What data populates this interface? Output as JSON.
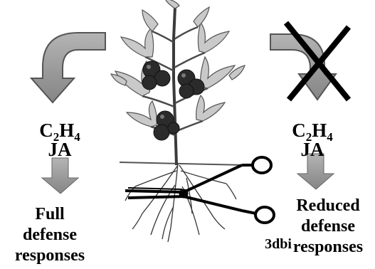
{
  "left_branch": {
    "hormone_1": {
      "base": "C",
      "sub": "2",
      "base2": "H",
      "sub2": "4"
    },
    "hormone_2": "JA",
    "outcome": [
      "Full",
      "defense",
      "responses"
    ]
  },
  "right_branch": {
    "hormone_1": {
      "base": "C",
      "sub": "2",
      "base2": "H",
      "sub2": "4"
    },
    "hormone_2": "JA",
    "outcome": [
      "Reduced",
      "defense",
      "responses"
    ],
    "blocked_signal": true
  },
  "treatment_label": "3dbi",
  "colors": {
    "arrow_fill": "#9a9a9a",
    "arrow_stroke": "#555555",
    "text": "#000000",
    "cross": "#000000",
    "plant_leaf": "#c8c8c8",
    "fruit": "#2a2a2a"
  },
  "icons": [
    "curved-arrow-icon",
    "down-arrow-icon",
    "cross-mark-icon",
    "plant-illustration",
    "scissors-icon"
  ]
}
